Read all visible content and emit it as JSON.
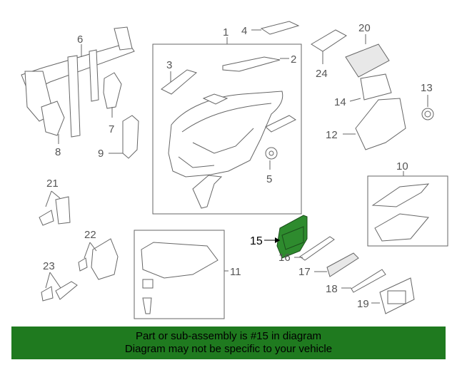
{
  "callouts": {
    "c1": "1",
    "c2": "2",
    "c3": "3",
    "c4": "4",
    "c5": "5",
    "c6": "6",
    "c7": "7",
    "c8": "8",
    "c9": "9",
    "c10": "10",
    "c11": "11",
    "c12": "12",
    "c13": "13",
    "c14": "14",
    "c15": "15",
    "c16": "16",
    "c17": "17",
    "c18": "18",
    "c19": "19",
    "c20": "20",
    "c21": "21",
    "c22": "22",
    "c23": "23",
    "c24": "24"
  },
  "highlight": {
    "part_number": "15",
    "color": "#2e8b2e"
  },
  "banner": {
    "line1": "Part or sub-assembly is #15 in diagram",
    "line2": "Diagram may not be specific to your vehicle",
    "background": "#1f7a1f"
  }
}
